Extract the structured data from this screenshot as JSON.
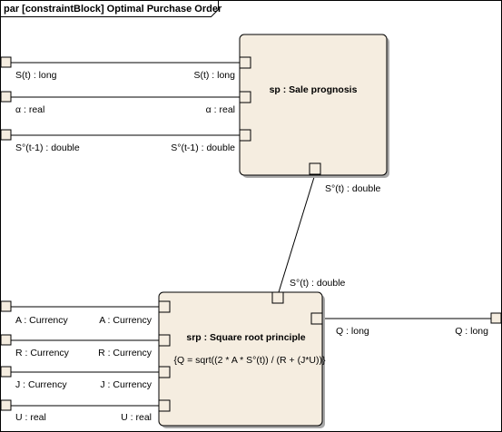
{
  "frame": {
    "title": "par [constraintBlock] Optimal Purchase Order"
  },
  "colors": {
    "block_fill": "#f5ede0",
    "block_shadow": "#a8a8a8",
    "line": "#000000",
    "port_fill": "#f5ede0"
  },
  "blocks": {
    "sp": {
      "name": "sp : Sale prognosis",
      "port_labels": {
        "s_t": "S(t) : long",
        "alpha": "α : real",
        "so_prev": "S°(t-1) : double",
        "so_t": "S°(t) : double"
      }
    },
    "srp": {
      "name": "srp : Square root principle",
      "formula": "{Q = sqrt((2 * A * S°(t)) / (R + (J*U))}",
      "port_labels": {
        "so_t": "S°(t) : double",
        "a": "A : Currency",
        "r": "R : Currency",
        "j": "J : Currency",
        "u": "U : real",
        "q": "Q : long"
      }
    }
  },
  "boundary_labels": {
    "s_t": "S(t) : long",
    "alpha": "α : real",
    "so_prev": "S°(t-1) : double",
    "a": "A : Currency",
    "r": "R : Currency",
    "j": "J : Currency",
    "u": "U : real",
    "q": "Q : long"
  }
}
